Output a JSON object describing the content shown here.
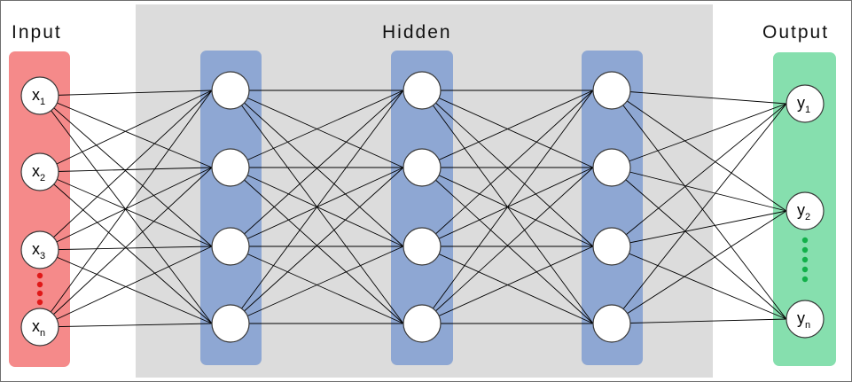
{
  "sections": {
    "input": {
      "label": "Input"
    },
    "hidden": {
      "label": "Hidden"
    },
    "output": {
      "label": "Output"
    }
  },
  "input_nodes": [
    {
      "base": "x",
      "sub": "1"
    },
    {
      "base": "x",
      "sub": "2"
    },
    {
      "base": "x",
      "sub": "3"
    },
    {
      "base": "x",
      "sub": "n"
    }
  ],
  "output_nodes": [
    {
      "base": "y",
      "sub": "1"
    },
    {
      "base": "y",
      "sub": "2"
    },
    {
      "base": "y",
      "sub": "n"
    }
  ],
  "hidden_layers": [
    {
      "node_count": 4
    },
    {
      "node_count": 4
    },
    {
      "node_count": 4
    }
  ],
  "colors": {
    "input_band": "#f58a8a",
    "hidden_band": "#dcdcdc",
    "hidden_layer": "#8ea7d3",
    "output_band": "#86dfae",
    "input_ellipsis": "#e01818",
    "output_ellipsis": "#12b04a",
    "edge": "#000000",
    "node_fill": "#ffffff"
  }
}
